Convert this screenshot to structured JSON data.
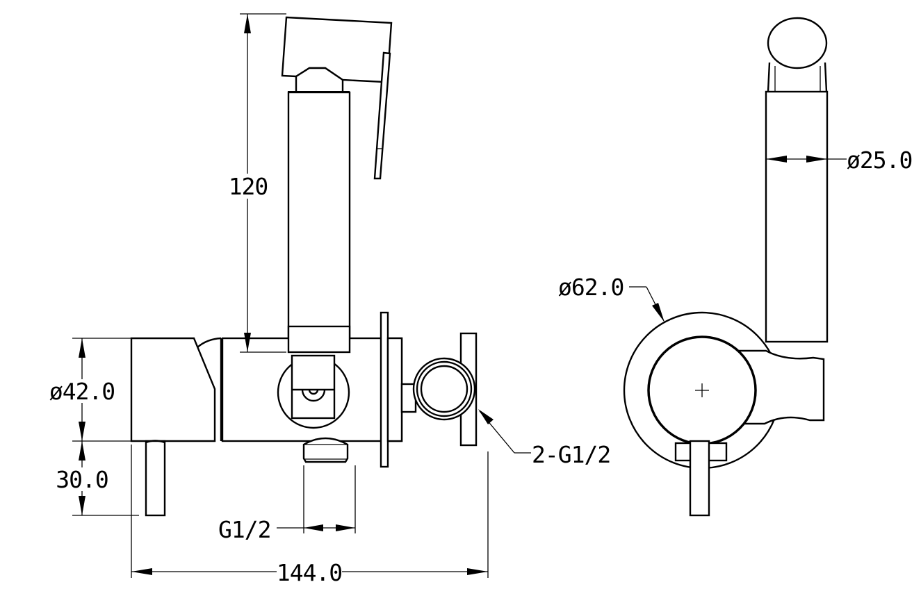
{
  "drawing": {
    "views": [
      "side-view",
      "front-view"
    ],
    "dimensions": {
      "handle_height": "120",
      "hose_diameter": "ø25.0",
      "plate_diameter": "ø62.0",
      "body_diameter": "ø42.0",
      "stem_length": "30.0",
      "outlet_thread": "G1/2",
      "inlet_threads": "2-G1/2",
      "total_length": "144.0"
    }
  }
}
